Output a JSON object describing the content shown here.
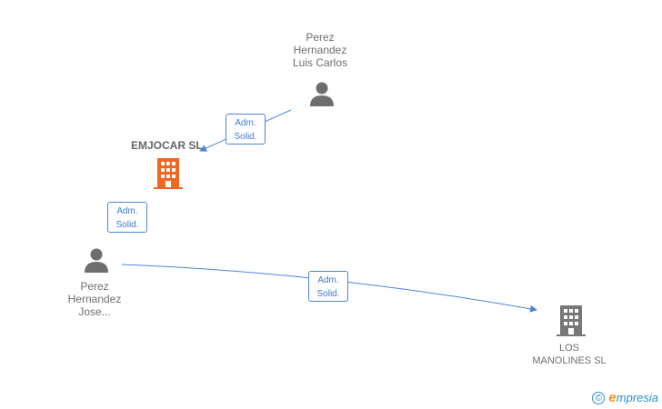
{
  "nodes": {
    "person_luis": {
      "lines": [
        "Perez",
        "Hernandez",
        "Luis Carlos"
      ]
    },
    "person_jose": {
      "lines": [
        "Perez",
        "Hernandez",
        "Jose..."
      ]
    },
    "company_emjocar": {
      "name": "EMJOCAR SL",
      "color": "#f26522"
    },
    "company_manolines": {
      "lines": [
        "LOS",
        "MANOLINES SL"
      ],
      "color": "#777777"
    }
  },
  "edges": {
    "luis_to_emjocar": {
      "lines": [
        "Adm.",
        "Solid."
      ]
    },
    "jose_to_emjocar": {
      "lines": [
        "Adm.",
        "Solid."
      ]
    },
    "jose_to_manolines": {
      "lines": [
        "Adm.",
        "Solid."
      ]
    }
  },
  "colors": {
    "edge": "#4a86d8",
    "person_icon": "#6e6e6e"
  },
  "footer": {
    "copyright": "©",
    "brand_first": "e",
    "brand_rest": "mpresia"
  }
}
